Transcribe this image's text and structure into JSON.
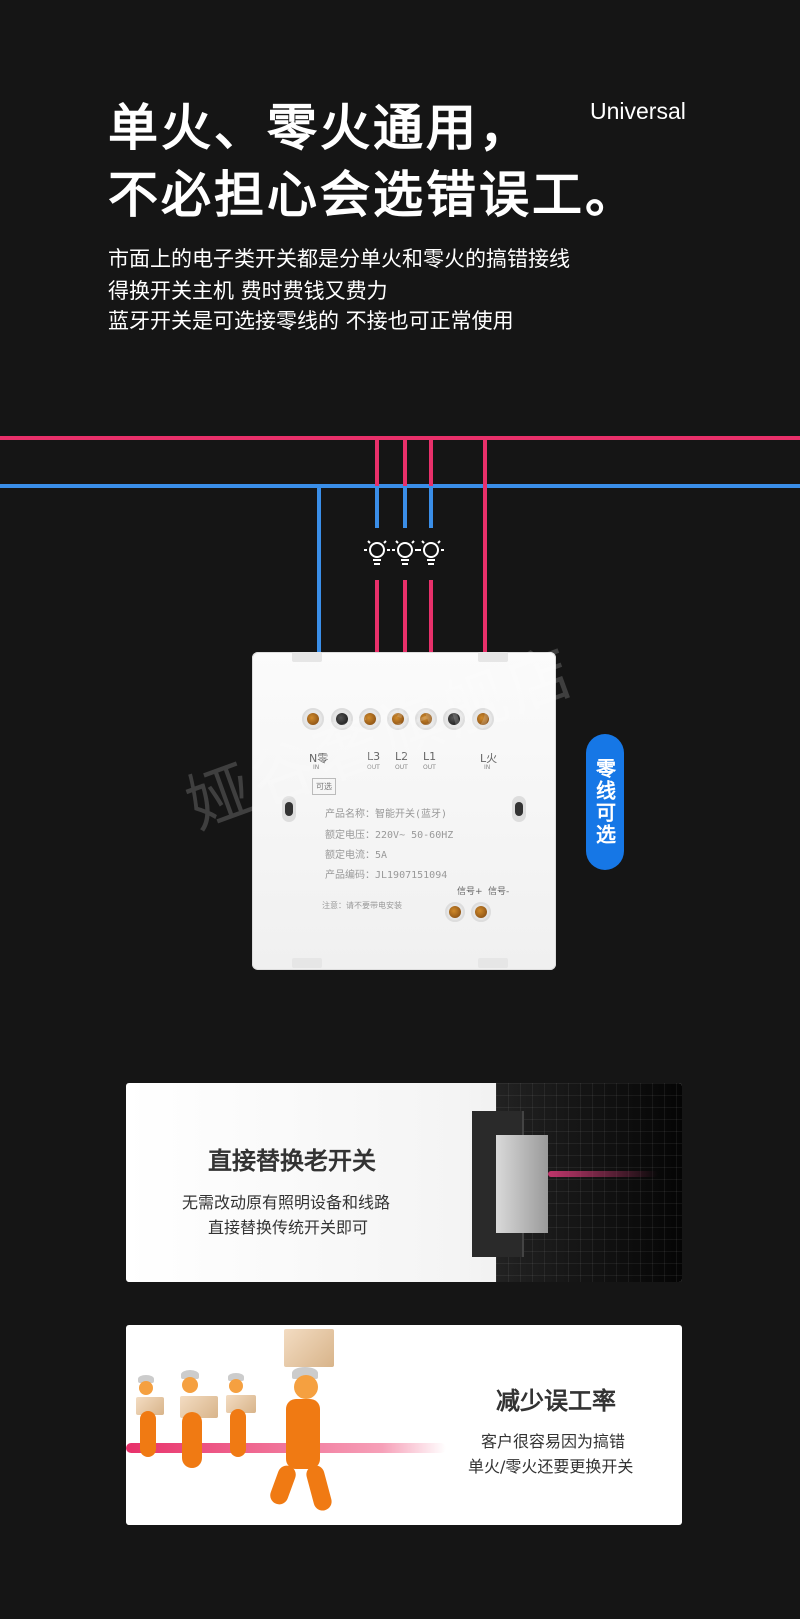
{
  "header": {
    "title_line1": "单火、零火通用，",
    "title_line2": "不必担心会选错误工。",
    "english": "Universal",
    "desc_line1": "市面上的电子类开关都是分单火和零火的搞错接线",
    "desc_line2": "得换开关主机 费时费钱又费力",
    "desc_line3": "蓝牙开关是可选接零线的 不接也可正常使用"
  },
  "colors": {
    "live": "#e8306a",
    "neutral": "#3a8ee8",
    "badge": "#1677e6",
    "background": "#151515"
  },
  "switch": {
    "terminals": [
      {
        "label": "N零",
        "sub": "IN"
      },
      {
        "label": "",
        "sub": ""
      },
      {
        "label": "L3",
        "sub": "OUT"
      },
      {
        "label": "L2",
        "sub": "OUT"
      },
      {
        "label": "L1",
        "sub": "OUT"
      },
      {
        "label": "",
        "sub": ""
      },
      {
        "label": "L火",
        "sub": "IN"
      }
    ],
    "optional_tag": "可选",
    "product_name": "产品名称：智能开关(蓝牙)",
    "rated_voltage": "额定电压：220V~ 50-60HZ",
    "rated_current": "额定电流：5A",
    "product_code": "产品编码：JL1907151094",
    "signal_plus": "信号+",
    "signal_minus": "信号-",
    "notice": "注意：请不要带电安装"
  },
  "badge": {
    "text": "零线可选"
  },
  "watermark": "娅谷奢旗舰店",
  "cards": [
    {
      "title": "直接替换老开关",
      "line1": "无需改动原有照明设备和线路",
      "line2": "直接替换传统开关即可"
    },
    {
      "title": "减少误工率",
      "line1": "客户很容易因为搞错",
      "line2": "单火/零火还要更换开关"
    }
  ],
  "icons": [
    "light-bulb-icon",
    "light-bulb-icon",
    "light-bulb-icon"
  ]
}
